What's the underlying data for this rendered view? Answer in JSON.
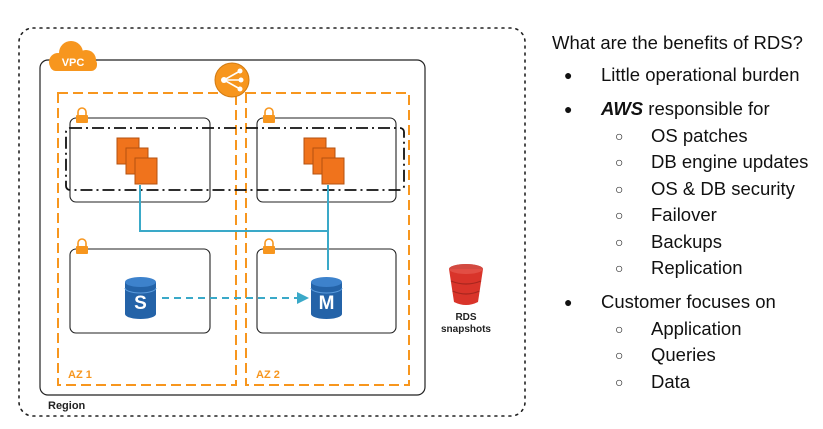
{
  "diagram": {
    "vpc_label": "VPC",
    "region_label": "Region",
    "az1_label": "AZ 1",
    "az2_label": "AZ 2",
    "standby_letter": "S",
    "master_letter": "M",
    "snapshots_line1": "RDS",
    "snapshots_line2": "snapshots",
    "colors": {
      "orange": "#f7961e",
      "ec2_orange": "#f0731c",
      "rds_blue": "#2463a8",
      "teal": "#3aa9c8",
      "red": "#d9342a"
    },
    "icons": [
      "cloud-icon",
      "elastic-load-balancer-icon",
      "lock-icon",
      "ec2-instances-icon",
      "rds-database-icon",
      "s3-bucket-icon"
    ]
  },
  "benefits": {
    "title": "What are the benefits of RDS?",
    "item1": "Little operational burden",
    "item2_bold": "AWS",
    "item2_rest": " responsible for",
    "item2_subs": [
      "OS patches",
      "DB engine updates",
      "OS & DB security",
      "Failover",
      "Backups",
      "Replication"
    ],
    "item3": "Customer focuses on",
    "item3_subs": [
      "Application",
      "Queries",
      "Data"
    ]
  }
}
